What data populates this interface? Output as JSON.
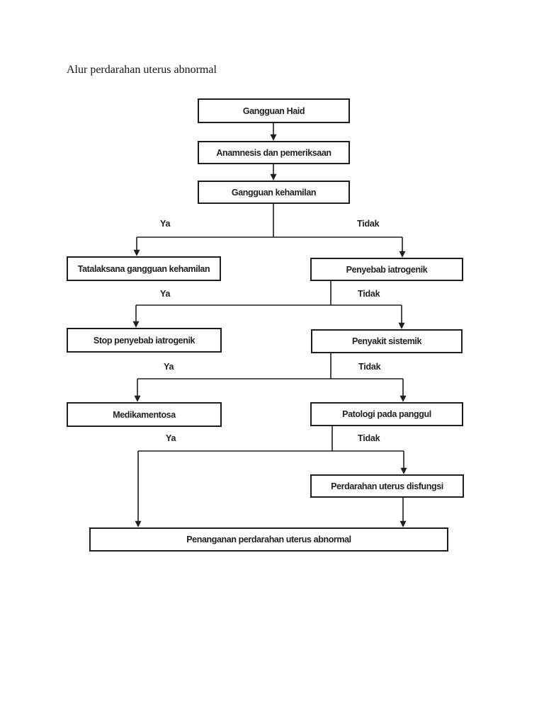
{
  "page": {
    "title": "Alur perdarahan uterus abnormal",
    "background_color": "#ffffff",
    "line_color": "#1e1e1e",
    "text_color": "#1f1f1f"
  },
  "flowchart": {
    "nodes": {
      "gangguan_haid": "Gangguan Haid",
      "anamnesis": "Anamnesis dan pemeriksaan",
      "gangguan_kehamilan": "Gangguan kehamilan",
      "tatalaksana_gangguan_kehamilan": "Tatalaksana gangguan kehamilan",
      "penyebab_iatrogenik": "Penyebab iatrogenik",
      "stop_penyebab_iatrogenik": "Stop penyebab iatrogenik",
      "penyakit_sistemik": "Penyakit sistemik",
      "medikamentosa": "Medikamentosa",
      "patologi_pada_panggul": "Patologi pada panggul",
      "perdarahan_uterus_disfungsi": "Perdarahan uterus disfungsi",
      "penanganan_perdarahan": "Penanganan perdarahan uterus abnormal"
    },
    "decision_labels": {
      "yes": "Ya",
      "no": "Tidak"
    }
  }
}
